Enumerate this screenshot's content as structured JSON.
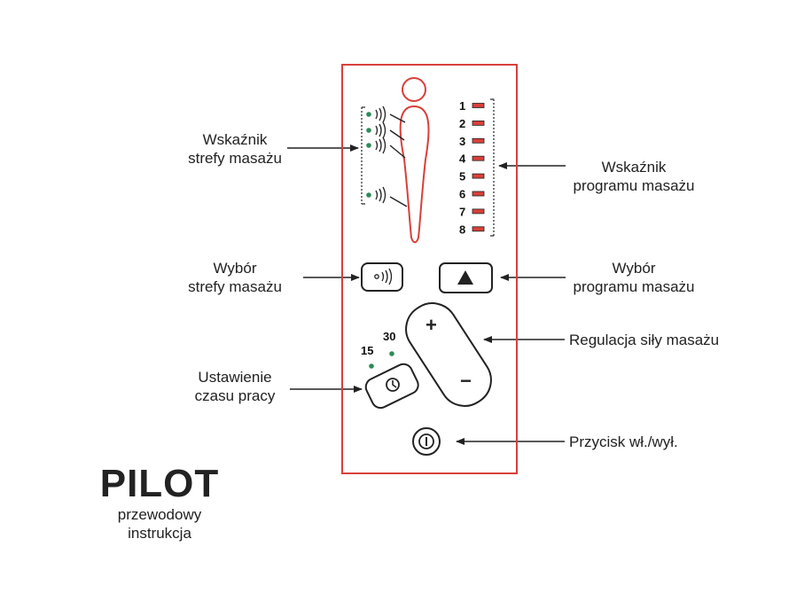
{
  "labels": {
    "zone_indicator": [
      "Wskaźnik",
      "strefy masażu"
    ],
    "program_indicator": [
      "Wskaźnik",
      "programu masażu"
    ],
    "zone_select": [
      "Wybór",
      "strefy masażu"
    ],
    "program_select": [
      "Wybór",
      "programu masażu"
    ],
    "power_regulation": "Regulacja siły masażu",
    "time_setting": [
      "Ustawienie",
      "czasu pracy"
    ],
    "power_button": "Przycisk wł./wył."
  },
  "programs": [
    "1",
    "2",
    "3",
    "4",
    "5",
    "6",
    "7",
    "8"
  ],
  "timer_values": [
    "15",
    "30"
  ],
  "intensity": {
    "plus": "+",
    "minus": "−"
  },
  "title": "PILOT",
  "subtitle": [
    "przewodowy",
    "instrukcja"
  ],
  "colors": {
    "accent": "#d8403a",
    "led_green": "#2e8b57",
    "ink": "#222222"
  },
  "icons": {
    "zone_button": "vibration-icon",
    "program_button": "triangle-up-icon",
    "timer_button": "clock-icon",
    "power_button": "power-icon"
  }
}
